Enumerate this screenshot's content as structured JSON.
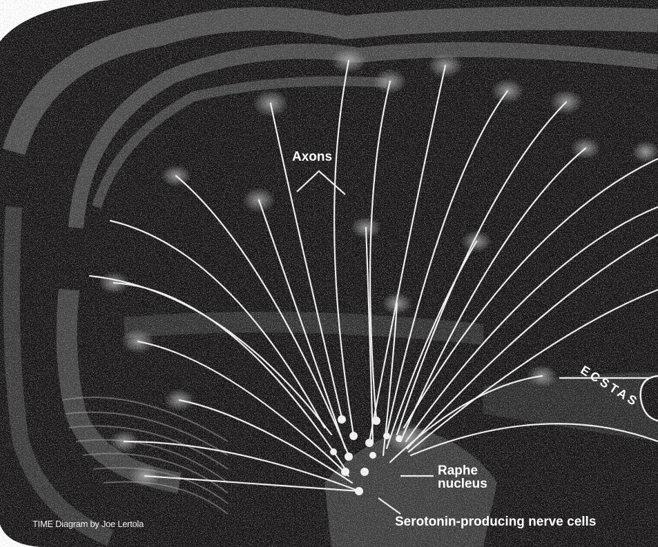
{
  "labels": {
    "axons": "Axons",
    "raphe_line1": "Raphe",
    "raphe_line2": "nucleus",
    "cells": "Serotonin-producing nerve cells",
    "credit": "TIME Diagram by Joe Lertola",
    "ecstasy": "ECSTAS"
  },
  "colors": {
    "background": "#181616",
    "brain_speckle": "#8a8a8a",
    "axon": "#f4f4f4",
    "text": "#ffffff",
    "page": "#ffffff"
  }
}
